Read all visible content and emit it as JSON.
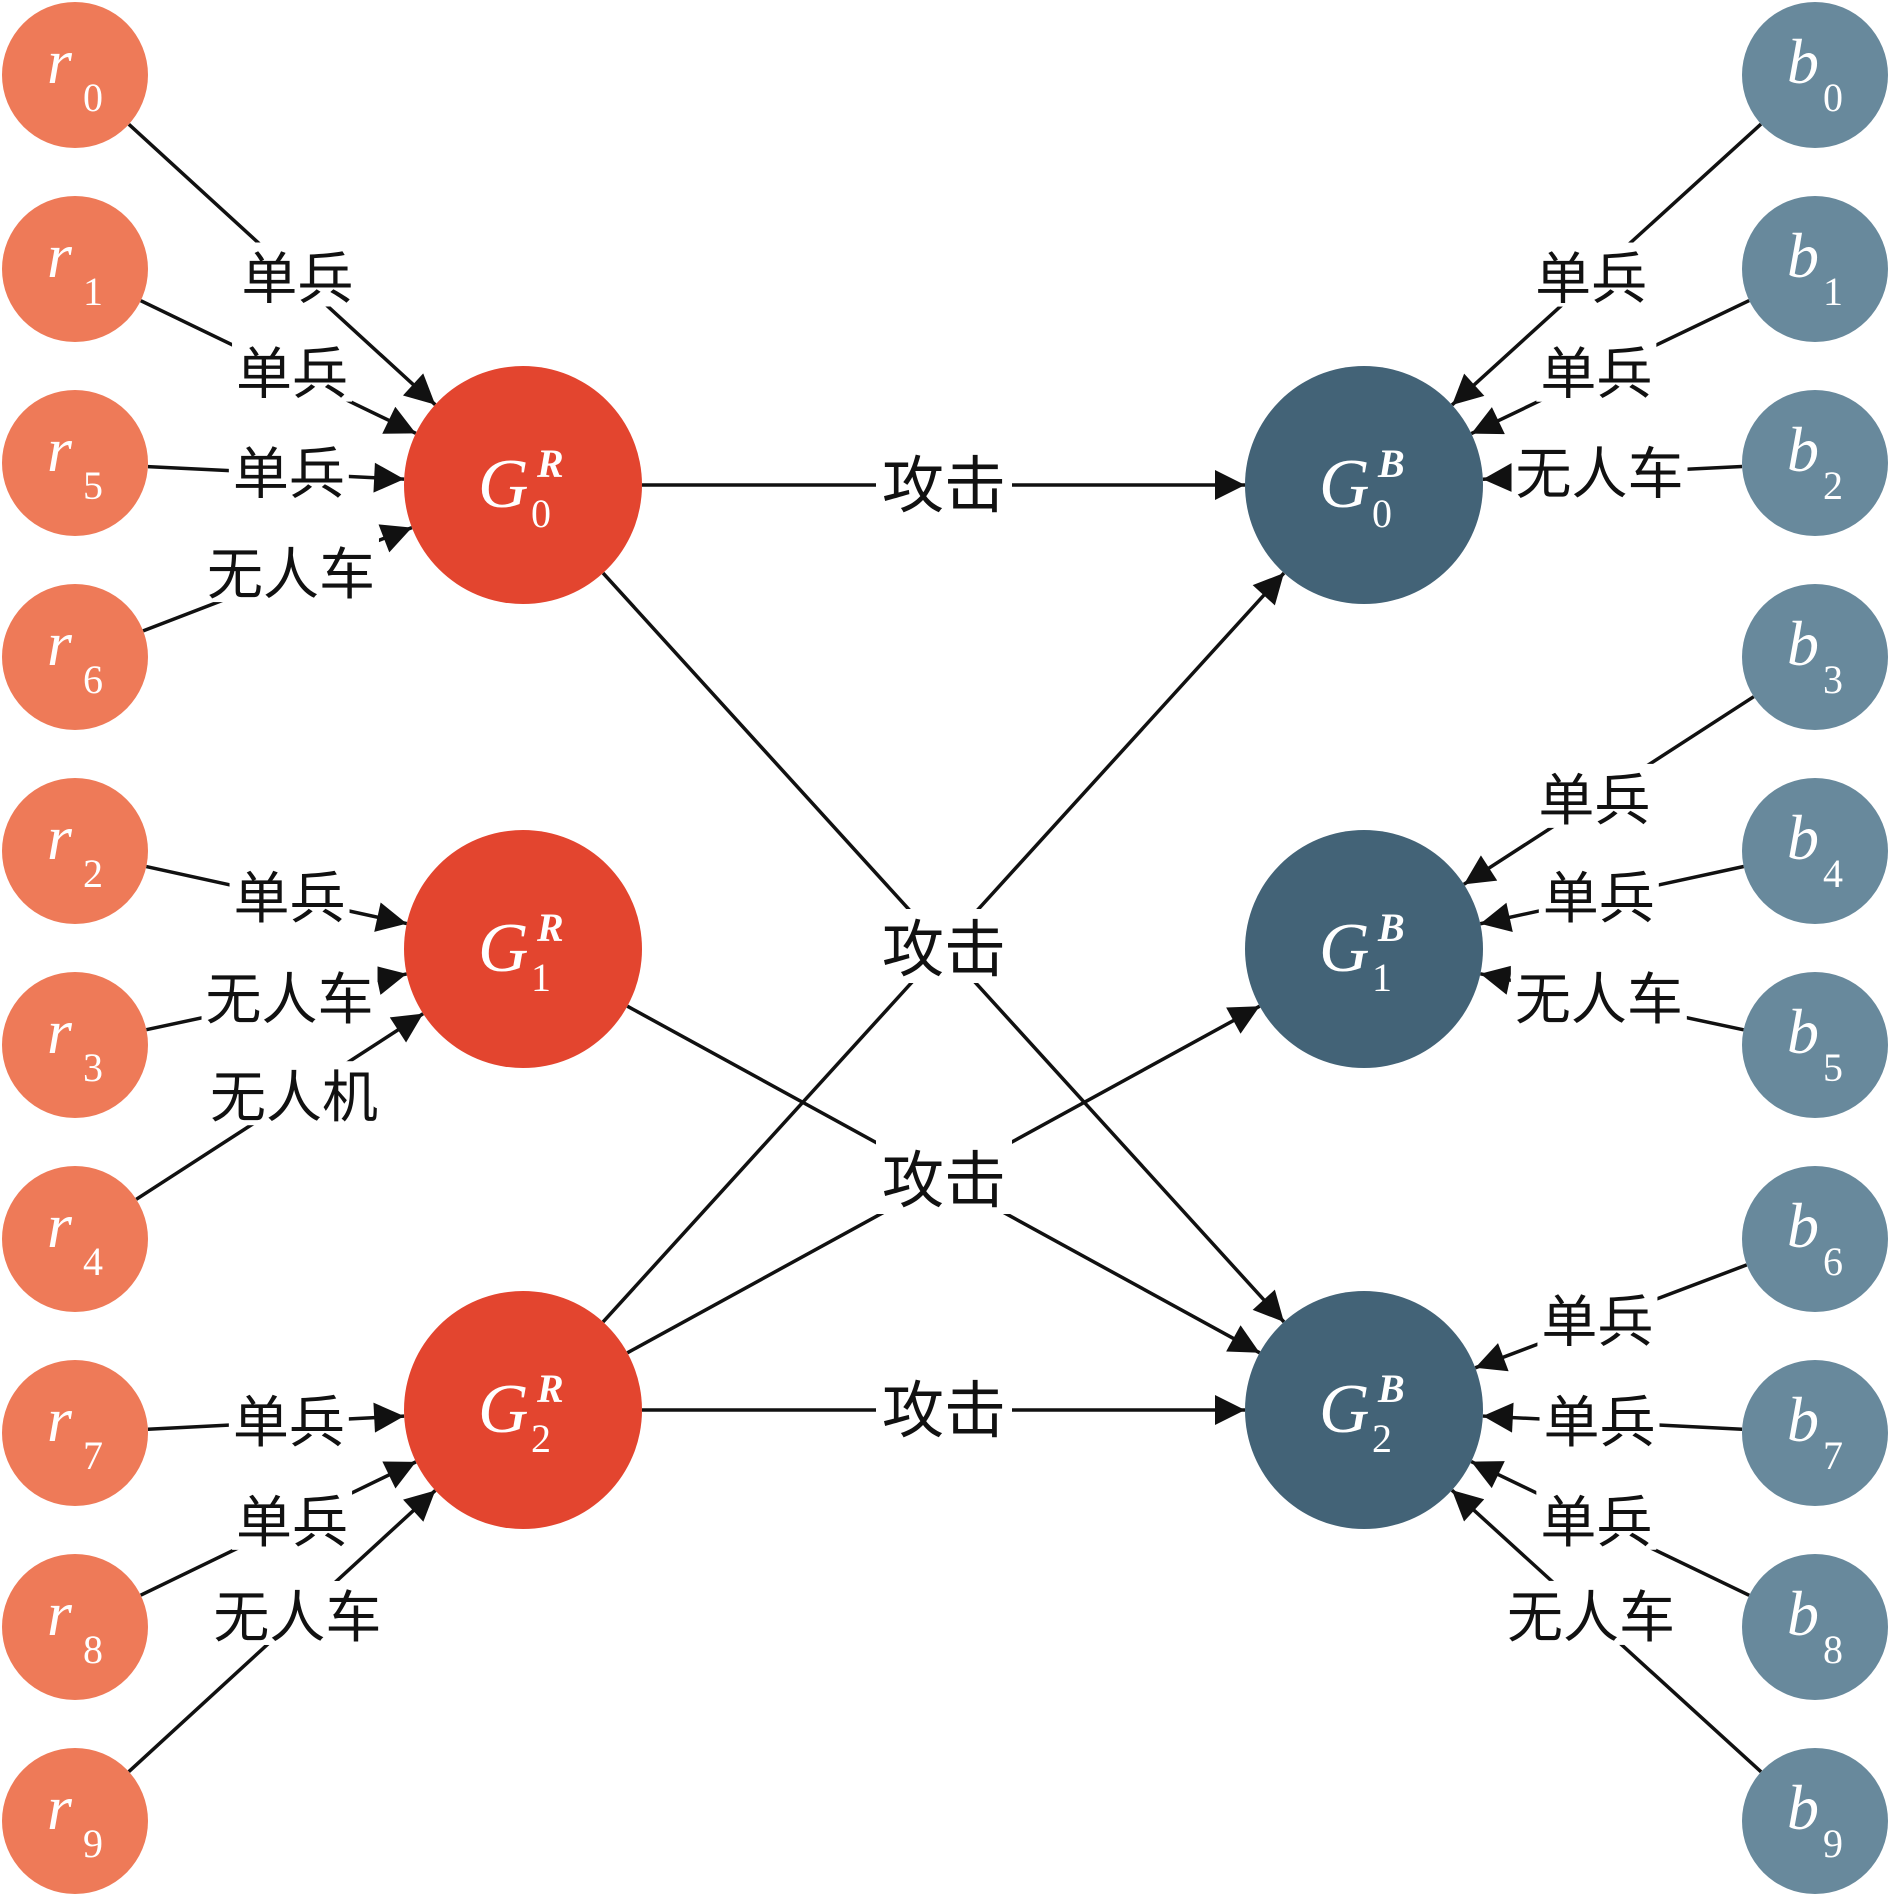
{
  "title": "",
  "colors": {
    "red_member": "#ee7a58",
    "red_group": "#e3452f",
    "blue_member": "#68899c",
    "blue_group": "#436377",
    "edge": "#111111"
  },
  "red_members": [
    {
      "id": "r0",
      "letter": "r",
      "index": "0",
      "slot": 0
    },
    {
      "id": "r1",
      "letter": "r",
      "index": "1",
      "slot": 1
    },
    {
      "id": "r5",
      "letter": "r",
      "index": "5",
      "slot": 2
    },
    {
      "id": "r6",
      "letter": "r",
      "index": "6",
      "slot": 3
    },
    {
      "id": "r2",
      "letter": "r",
      "index": "2",
      "slot": 4
    },
    {
      "id": "r3",
      "letter": "r",
      "index": "3",
      "slot": 5
    },
    {
      "id": "r4",
      "letter": "r",
      "index": "4",
      "slot": 6
    },
    {
      "id": "r7",
      "letter": "r",
      "index": "7",
      "slot": 7
    },
    {
      "id": "r8",
      "letter": "r",
      "index": "8",
      "slot": 8
    },
    {
      "id": "r9",
      "letter": "r",
      "index": "9",
      "slot": 9
    }
  ],
  "blue_members": [
    {
      "id": "b0",
      "letter": "b",
      "index": "0",
      "slot": 0
    },
    {
      "id": "b1",
      "letter": "b",
      "index": "1",
      "slot": 1
    },
    {
      "id": "b2",
      "letter": "b",
      "index": "2",
      "slot": 2
    },
    {
      "id": "b3",
      "letter": "b",
      "index": "3",
      "slot": 3
    },
    {
      "id": "b4",
      "letter": "b",
      "index": "4",
      "slot": 4
    },
    {
      "id": "b5",
      "letter": "b",
      "index": "5",
      "slot": 5
    },
    {
      "id": "b6",
      "letter": "b",
      "index": "6",
      "slot": 6
    },
    {
      "id": "b7",
      "letter": "b",
      "index": "7",
      "slot": 7
    },
    {
      "id": "b8",
      "letter": "b",
      "index": "8",
      "slot": 8
    },
    {
      "id": "b9",
      "letter": "b",
      "index": "9",
      "slot": 9
    }
  ],
  "red_groups": [
    {
      "id": "GR0",
      "letter": "G",
      "sup": "R",
      "sub": "0",
      "row": 0
    },
    {
      "id": "GR1",
      "letter": "G",
      "sup": "R",
      "sub": "1",
      "row": 1
    },
    {
      "id": "GR2",
      "letter": "G",
      "sup": "R",
      "sub": "2",
      "row": 2
    }
  ],
  "blue_groups": [
    {
      "id": "GB0",
      "letter": "G",
      "sup": "B",
      "sub": "0",
      "row": 0
    },
    {
      "id": "GB1",
      "letter": "G",
      "sup": "B",
      "sub": "1",
      "row": 1
    },
    {
      "id": "GB2",
      "letter": "G",
      "sup": "B",
      "sub": "2",
      "row": 2
    }
  ],
  "membership_edges": [
    {
      "from": "r0",
      "to": "GR0",
      "label": "单兵"
    },
    {
      "from": "r1",
      "to": "GR0",
      "label": "单兵"
    },
    {
      "from": "r5",
      "to": "GR0",
      "label": "单兵"
    },
    {
      "from": "r6",
      "to": "GR0",
      "label": "无人车"
    },
    {
      "from": "r2",
      "to": "GR1",
      "label": "单兵"
    },
    {
      "from": "r3",
      "to": "GR1",
      "label": "无人车"
    },
    {
      "from": "r4",
      "to": "GR1",
      "label": "无人机"
    },
    {
      "from": "r7",
      "to": "GR2",
      "label": "单兵"
    },
    {
      "from": "r8",
      "to": "GR2",
      "label": "单兵"
    },
    {
      "from": "r9",
      "to": "GR2",
      "label": "无人车"
    },
    {
      "from": "b0",
      "to": "GB0",
      "label": "单兵"
    },
    {
      "from": "b1",
      "to": "GB0",
      "label": "单兵"
    },
    {
      "from": "b2",
      "to": "GB0",
      "label": "无人车"
    },
    {
      "from": "b3",
      "to": "GB1",
      "label": "单兵"
    },
    {
      "from": "b4",
      "to": "GB1",
      "label": "单兵"
    },
    {
      "from": "b5",
      "to": "GB1",
      "label": "无人车"
    },
    {
      "from": "b6",
      "to": "GB2",
      "label": "单兵"
    },
    {
      "from": "b7",
      "to": "GB2",
      "label": "单兵"
    },
    {
      "from": "b8",
      "to": "GB2",
      "label": "单兵"
    },
    {
      "from": "b9",
      "to": "GB2",
      "label": "无人车"
    }
  ],
  "attack_edges": [
    {
      "from": "GR0",
      "to": "GB0",
      "label": "攻击"
    },
    {
      "from": "GR0",
      "to": "GB2",
      "label": ""
    },
    {
      "from": "GR1",
      "to": "GB2",
      "label": ""
    },
    {
      "from": "GR2",
      "to": "GB0",
      "label": "攻击"
    },
    {
      "from": "GR2",
      "to": "GB1",
      "label": "攻击"
    },
    {
      "from": "GR2",
      "to": "GB2",
      "label": "攻击"
    }
  ]
}
